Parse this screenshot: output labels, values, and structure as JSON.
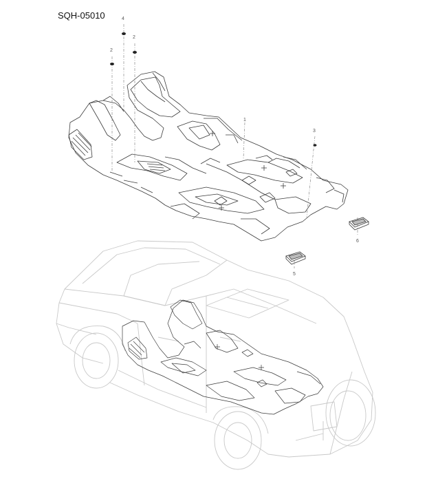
{
  "diagram": {
    "code": "SQH-05010",
    "callouts": {
      "c1": "1",
      "c2a": "2",
      "c2b": "2",
      "c3": "3",
      "c4": "4",
      "c5": "5",
      "c6": "6"
    },
    "colors": {
      "line": "#3a3a3a",
      "faint": "#c8c8c8",
      "leader": "#777777",
      "fastener": "#222222"
    }
  }
}
